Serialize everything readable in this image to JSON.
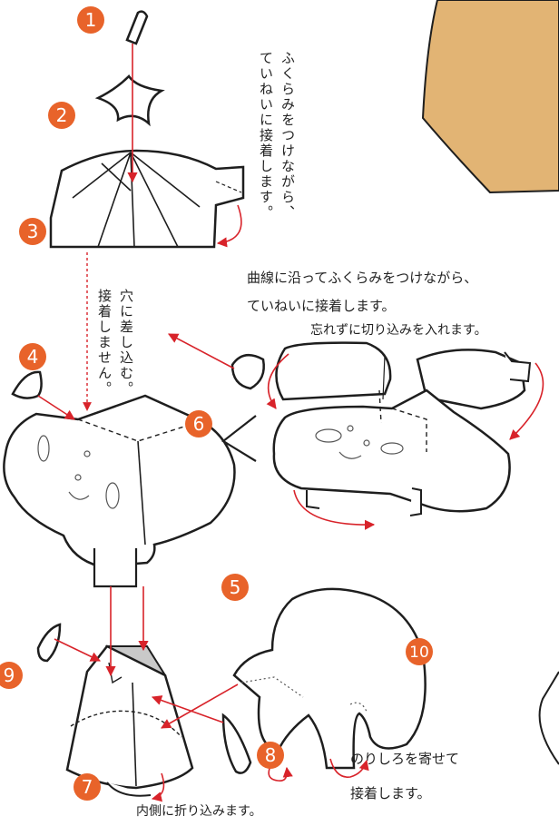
{
  "colors": {
    "badge": "#e8632a",
    "arrow": "#d8232a",
    "card": "#e2b474",
    "line": "#1e1e1e",
    "shade": "#c9c9c9"
  },
  "steps": [
    {
      "number": "1"
    },
    {
      "number": "2"
    },
    {
      "number": "3"
    },
    {
      "number": "4"
    },
    {
      "number": "5"
    },
    {
      "number": "6"
    },
    {
      "number": "7"
    },
    {
      "number": "8"
    },
    {
      "number": "9"
    },
    {
      "number": "10"
    }
  ],
  "notes": {
    "top_vertical_line1": "ふくらみをつけながら、",
    "top_vertical_line2": "ていねいに接着します。",
    "hole_vertical_line1": "穴に差し込む。",
    "hole_vertical_line2": "接着しません。",
    "curve_line1": "曲線に沿ってふくらみをつけながら、",
    "curve_line2": "ていねいに接着します。",
    "cut_note": "忘れずに切り込みを入れます。",
    "glue_line1": "のりしろを寄せて",
    "glue_line2": "接着します。",
    "fold_note": "内側に折り込みます。"
  }
}
